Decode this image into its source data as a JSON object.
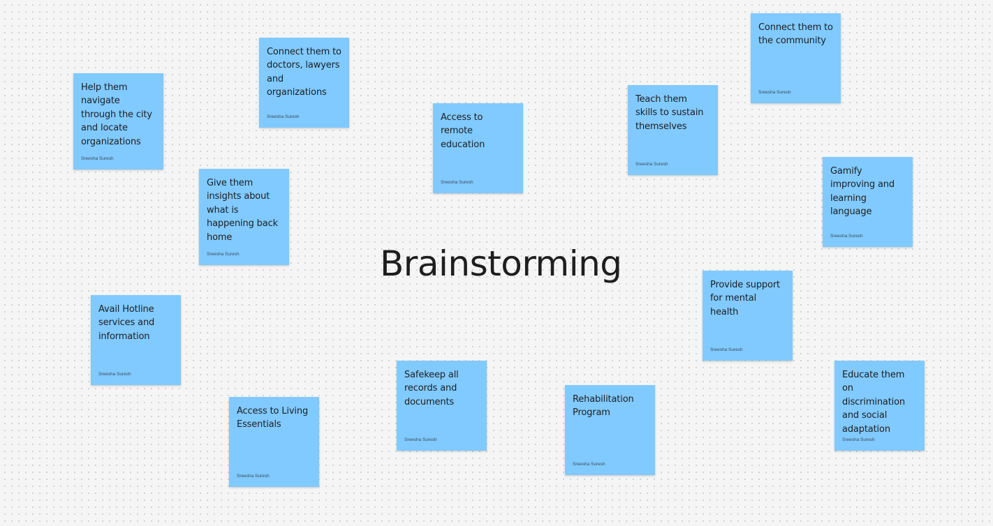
{
  "board": {
    "title": "Brainstorming"
  },
  "notes": [
    {
      "text": "Help them navigate through the city and locate organizations",
      "author": "Sreesha Suresh"
    },
    {
      "text": "Connect them to doctors, lawyers and organizations",
      "author": "Sreesha Suresh"
    },
    {
      "text": "Give them insights about what is happening back home",
      "author": "Sreesha Suresh"
    },
    {
      "text": "Access to remote education",
      "author": "Sreesha Suresh"
    },
    {
      "text": "Teach them skills to sustain themselves",
      "author": "Sreesha Suresh"
    },
    {
      "text": "Connect them to the community",
      "author": "Sreesha Suresh"
    },
    {
      "text": "Gamify improving and learning language",
      "author": "Sreesha Suresh"
    },
    {
      "text": "Avail Hotline services and information",
      "author": "Sreesha Suresh"
    },
    {
      "text": "Provide support for mental health",
      "author": "Sreesha Suresh"
    },
    {
      "text": "Safekeep all records and documents",
      "author": "Sreesha Suresh"
    },
    {
      "text": "Access to Living Essentials",
      "author": "Sreesha Suresh"
    },
    {
      "text": "Rehabilitation Program",
      "author": "Sreesha Suresh"
    },
    {
      "text": "Educate them on discrimination and social adaptation",
      "author": "Sreesha Suresh"
    }
  ],
  "colors": {
    "sticky_note": "#80caff",
    "canvas_background": "#f5f5f5",
    "canvas_dots": "#c9c9c9",
    "text": "#1e1e1e"
  }
}
